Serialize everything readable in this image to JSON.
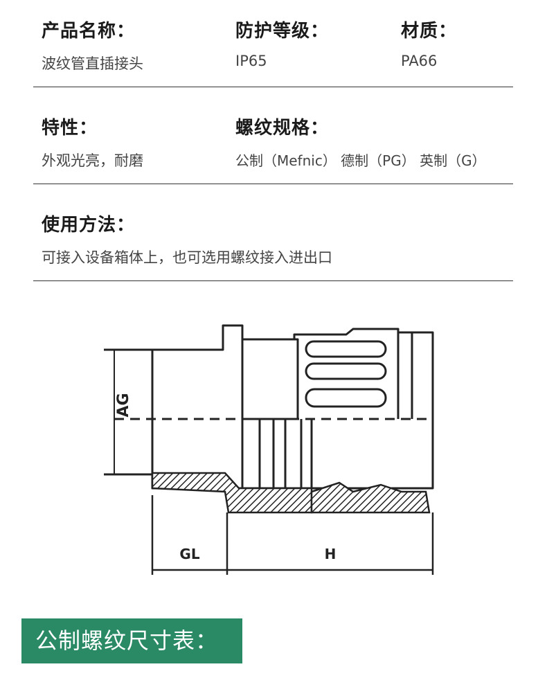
{
  "specs": {
    "name": {
      "label": "产品名称：",
      "value": "波纹管直插接头"
    },
    "protection": {
      "label": "防护等级：",
      "value": "IP65"
    },
    "material": {
      "label": "材质：",
      "value": "PA66"
    },
    "feature": {
      "label": "特性：",
      "value": "外观光亮，耐磨"
    },
    "thread": {
      "label": "螺纹规格：",
      "value": "公制（Mefnic） 德制（PG） 英制（G）"
    },
    "usage": {
      "label": "使用方法：",
      "value": "可接入设备箱体上，也可选用螺纹接入进出口"
    }
  },
  "drawing": {
    "dim_ag": "AG",
    "dim_gl": "GL",
    "dim_h": "H"
  },
  "table_title": "公制螺纹尺寸表："
}
